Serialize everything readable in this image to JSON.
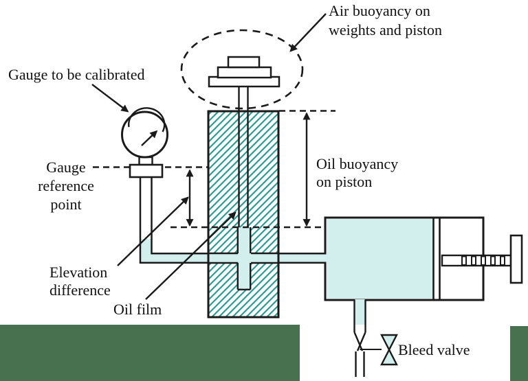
{
  "figure": {
    "labels": {
      "air_buoyancy": [
        "Air buoyancy on",
        "weights and piston"
      ],
      "gauge_to_calibrate": "Gauge to be calibrated",
      "gauge_reference": [
        "Gauge",
        "reference",
        "point"
      ],
      "oil_buoyancy": [
        "Oil buoyancy",
        "on piston"
      ],
      "elevation_difference": [
        "Elevation",
        "difference"
      ],
      "oil_film": "Oil film",
      "bleed_valve": "Bleed valve"
    },
    "colors": {
      "ink": "#1a1a1a",
      "oil": "#d2efee",
      "hatch": "#2b9c92",
      "censor_bar": "#47714f",
      "background": "#ffffff"
    }
  }
}
